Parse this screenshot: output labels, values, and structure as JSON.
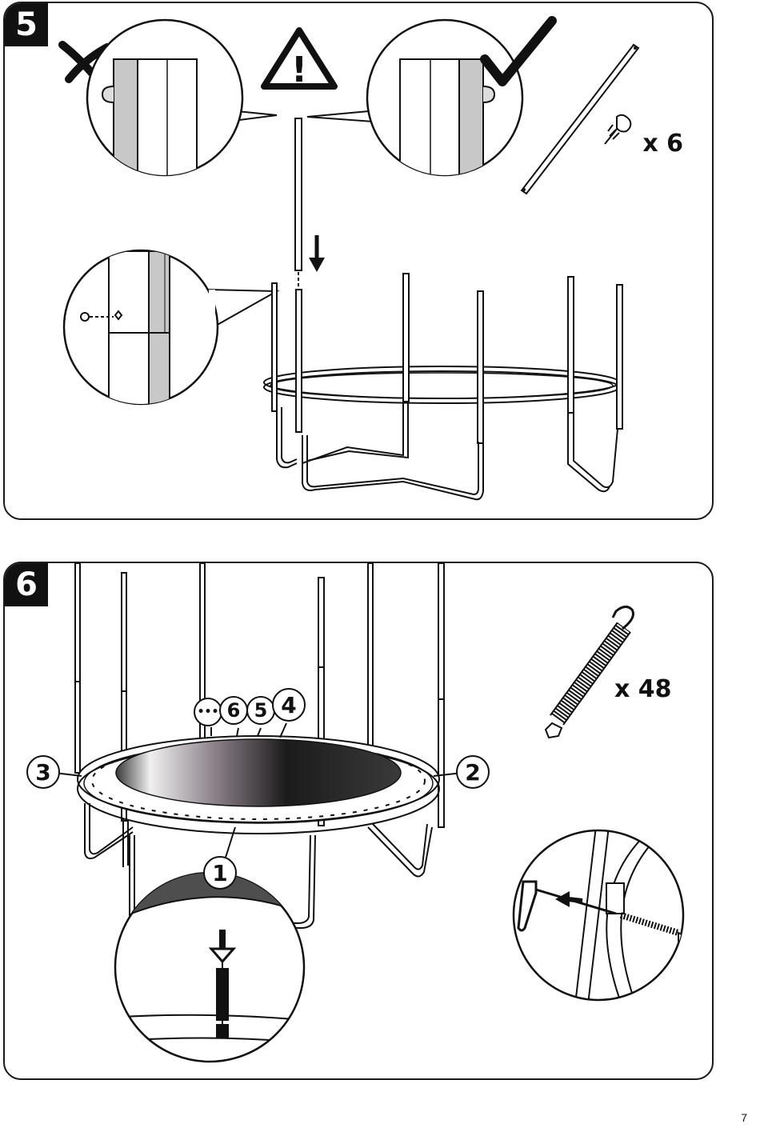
{
  "step5": {
    "number": "5",
    "warning_symbol": "!",
    "screw_quantity": "x 6",
    "icons": [
      "wrong-mark-icon",
      "warning-triangle-icon",
      "check-mark-icon",
      "screw-icon",
      "down-arrow-icon"
    ]
  },
  "step6": {
    "number": "6",
    "spring_quantity": "x 48",
    "callouts": {
      "c1": "1",
      "c2": "2",
      "c3": "3",
      "c4": "4",
      "c5": "5",
      "c6": "6",
      "ellipsis": "•••"
    },
    "icons": [
      "spring-icon",
      "spring-hook-tool-icon",
      "left-arrow-icon"
    ]
  },
  "page_number": "7",
  "colors": {
    "line": "#1a1a1a",
    "pole_fill": "#d6d6d6",
    "mat_dark": "#1b1b1b"
  }
}
